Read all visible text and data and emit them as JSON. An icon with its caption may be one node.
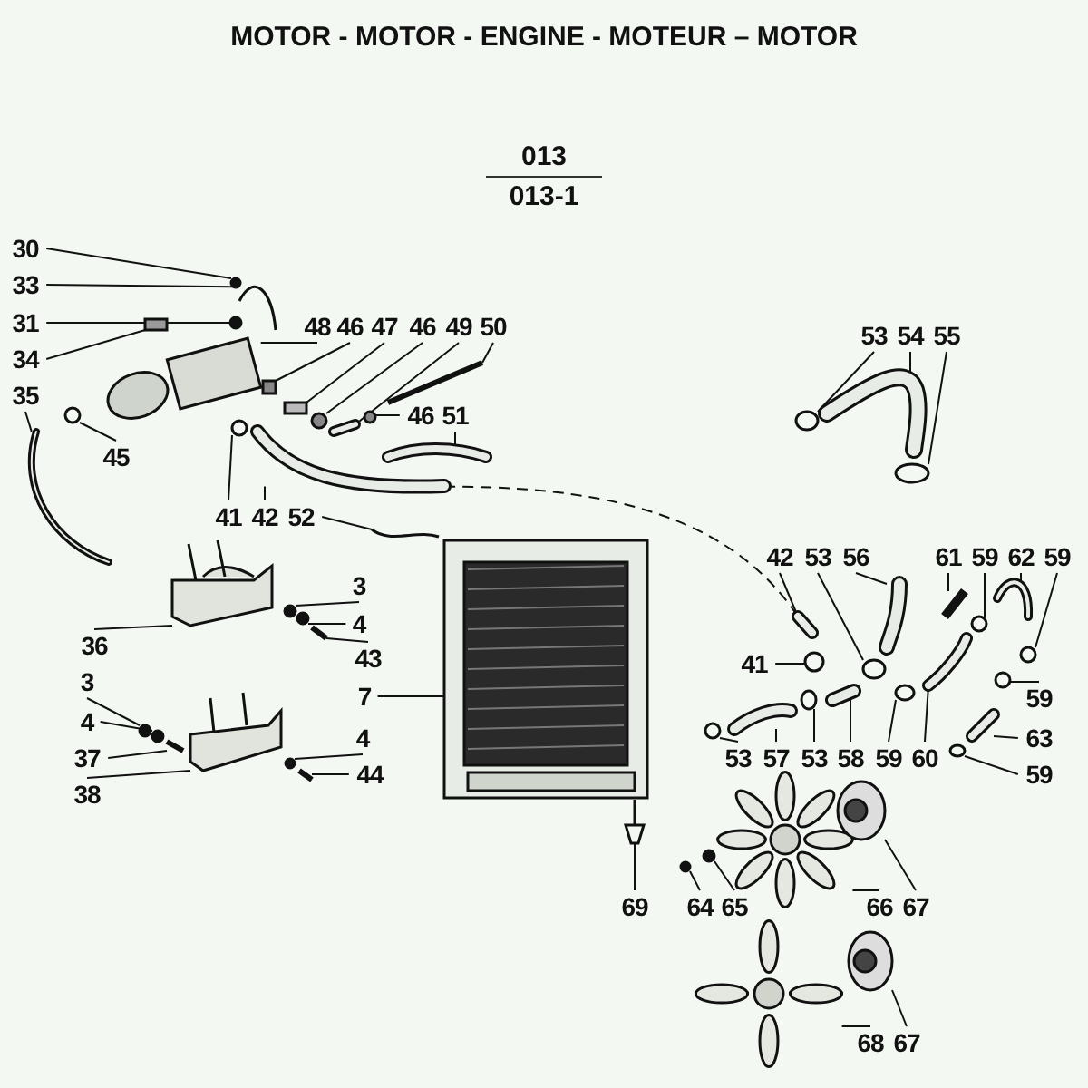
{
  "diagram": {
    "title": "MOTOR - MOTOR - ENGINE - MOTEUR – MOTOR",
    "nodes": [
      {
        "text": [
          "30"
        ]
      },
      {
        "text": [
          "33"
        ]
      },
      {
        "text": [
          "31"
        ]
      },
      {
        "text": [
          "34"
        ]
      },
      {
        "text": [
          "35"
        ]
      },
      {
        "text": [
          "45"
        ]
      },
      {
        "text": [
          "48"
        ]
      },
      {
        "text": [
          "46"
        ]
      },
      {
        "text": [
          "47"
        ]
      },
      {
        "text": [
          "46"
        ]
      },
      {
        "text": [
          "49"
        ]
      },
      {
        "text": [
          "50"
        ]
      },
      {
        "text": [
          "46"
        ]
      },
      {
        "text": [
          "51"
        ]
      },
      {
        "text": [
          "41"
        ]
      },
      {
        "text": [
          "42"
        ]
      },
      {
        "text": [
          "52"
        ]
      },
      {
        "text": [
          "3"
        ]
      },
      {
        "text": [
          "4"
        ]
      },
      {
        "text": [
          "43"
        ]
      },
      {
        "text": [
          "36"
        ]
      },
      {
        "text": [
          "7"
        ]
      },
      {
        "text": [
          "3"
        ]
      },
      {
        "text": [
          "4"
        ]
      },
      {
        "text": [
          "37"
        ]
      },
      {
        "text": [
          "38"
        ]
      },
      {
        "text": [
          "4"
        ]
      },
      {
        "text": [
          "44"
        ]
      },
      {
        "text": [
          "53"
        ]
      },
      {
        "text": [
          "54"
        ]
      },
      {
        "text": [
          "55"
        ]
      },
      {
        "text": [
          "42"
        ]
      },
      {
        "text": [
          "53"
        ]
      },
      {
        "text": [
          "56"
        ]
      },
      {
        "text": [
          "61"
        ]
      },
      {
        "text": [
          "59"
        ]
      },
      {
        "text": [
          "62"
        ]
      },
      {
        "text": [
          "59"
        ]
      },
      {
        "text": [
          "41"
        ]
      },
      {
        "text": [
          "59"
        ]
      },
      {
        "text": [
          "63"
        ]
      },
      {
        "text": [
          "59"
        ]
      },
      {
        "text": [
          "53"
        ]
      },
      {
        "text": [
          "57"
        ]
      },
      {
        "text": [
          "53"
        ]
      },
      {
        "text": [
          "58"
        ]
      },
      {
        "text": [
          "59"
        ]
      },
      {
        "text": [
          "60"
        ]
      },
      {
        "text": [
          "69"
        ]
      },
      {
        "text": [
          "64"
        ]
      },
      {
        "text": [
          "65"
        ]
      },
      {
        "text": [
          "66"
        ]
      },
      {
        "text": [
          "67"
        ]
      },
      {
        "text": [
          "68"
        ]
      },
      {
        "text": [
          "67"
        ]
      },
      {
        "text": [],
        "shape": "circle"
      },
      {
        "text": [],
        "shape": "picture"
      },
      {
        "text": [],
        "shape": "circle"
      },
      {
        "text": [],
        "shape": "box"
      },
      {
        "text": [],
        "shape": "picture"
      },
      {
        "text": [],
        "shape": "circle"
      },
      {
        "text": [],
        "shape": "picture"
      },
      {
        "text": [],
        "shape": "box"
      },
      {
        "text": [],
        "shape": "box"
      },
      {
        "text": [],
        "shape": "circle"
      },
      {
        "text": [],
        "shape": "picture"
      },
      {
        "text": [],
        "shape": "bar"
      },
      {
        "text": [],
        "shape": "circle"
      },
      {
        "text": [],
        "shape": "picture"
      },
      {
        "text": [],
        "shape": "circle"
      },
      {
        "text": [],
        "shape": "picture"
      },
      {
        "text": [],
        "shape": "picture"
      },
      {
        "text": [],
        "shape": "circle"
      },
      {
        "text": [],
        "shape": "circle"
      },
      {
        "text": [],
        "shape": "bar"
      },
      {
        "text": [],
        "shape": "picture"
      },
      {
        "text": [],
        "shape": "picture"
      },
      {
        "text": [],
        "shape": "circle"
      },
      {
        "text": [],
        "shape": "circle"
      },
      {
        "text": [],
        "shape": "bar"
      },
      {
        "text": [],
        "shape": "picture"
      },
      {
        "text": [],
        "shape": "circle"
      },
      {
        "text": [],
        "shape": "bar"
      },
      {
        "text": [],
        "shape": "circle"
      },
      {
        "text": [],
        "shape": "picture"
      },
      {
        "text": [],
        "shape": "circle"
      },
      {
        "text": [],
        "shape": "picture"
      },
      {
        "text": [],
        "shape": "circle"
      },
      {
        "text": [],
        "shape": "picture"
      },
      {
        "text": [],
        "shape": "bar"
      },
      {
        "text": [],
        "shape": "circle"
      },
      {
        "text": [],
        "shape": "picture"
      },
      {
        "text": [],
        "shape": "circle"
      },
      {
        "text": [],
        "shape": "circle"
      },
      {
        "text": [],
        "shape": "circle"
      },
      {
        "text": [],
        "shape": "picture"
      },
      {
        "text": [],
        "shape": "circle"
      },
      {
        "text": [],
        "shape": "circle"
      },
      {
        "text": [],
        "shape": "picture"
      },
      {
        "text": [],
        "shape": "circle"
      },
      {
        "text": [],
        "shape": "picture"
      },
      {
        "text": [],
        "shape": "circle"
      },
      {
        "text": [],
        "shape": "picture"
      },
      {
        "text": [],
        "shape": "picture"
      },
      {
        "text": [],
        "shape": "circle"
      },
      {
        "text": [],
        "shape": "circle"
      },
      {
        "text": [],
        "shape": "picture"
      },
      {
        "text": [],
        "shape": "picture"
      },
      {
        "text": [],
        "shape": "picture"
      },
      {
        "text": [],
        "shape": "picture"
      }
    ],
    "edges": [
      {
        "from": 0,
        "to": 55,
        "arrow": "none"
      },
      {
        "from": 1,
        "to": 56,
        "arrow": "none"
      },
      {
        "from": 2,
        "to": 57,
        "arrow": "none"
      },
      {
        "from": 3,
        "to": 58,
        "arrow": "none"
      },
      {
        "from": 4,
        "to": 59,
        "arrow": "none"
      },
      {
        "from": 5,
        "to": 60,
        "arrow": "none"
      },
      {
        "from": 6,
        "to": 61,
        "arrow": "none"
      },
      {
        "from": 7,
        "to": 62,
        "arrow": "none"
      },
      {
        "from": 8,
        "to": 63,
        "arrow": "none"
      },
      {
        "from": 9,
        "to": 64,
        "arrow": "none"
      },
      {
        "from": 10,
        "to": 65,
        "arrow": "none"
      },
      {
        "from": 11,
        "to": 66,
        "arrow": "none"
      },
      {
        "from": 12,
        "to": 67,
        "arrow": "none"
      },
      {
        "from": 13,
        "to": 68,
        "arrow": "none"
      },
      {
        "from": 14,
        "to": 69,
        "arrow": "none"
      },
      {
        "from": 15,
        "to": 70,
        "arrow": "none"
      },
      {
        "from": 16,
        "to": 71,
        "arrow": "none"
      },
      {
        "from": 17,
        "to": 72,
        "arrow": "none"
      },
      {
        "from": 18,
        "to": 73,
        "arrow": "none"
      },
      {
        "from": 19,
        "to": 74,
        "arrow": "none"
      },
      {
        "from": 20,
        "to": 75,
        "arrow": "none"
      },
      {
        "from": 21,
        "to": 76,
        "arrow": "none"
      },
      {
        "from": 22,
        "to": 77,
        "arrow": "none"
      },
      {
        "from": 23,
        "to": 78,
        "arrow": "none"
      },
      {
        "from": 24,
        "to": 79,
        "arrow": "none"
      },
      {
        "from": 25,
        "to": 80,
        "arrow": "none"
      },
      {
        "from": 26,
        "to": 81,
        "arrow": "none"
      },
      {
        "from": 27,
        "to": 82,
        "arrow": "none"
      },
      {
        "from": 28,
        "to": 83,
        "arrow": "none"
      },
      {
        "from": 29,
        "to": 84,
        "arrow": "none"
      },
      {
        "from": 30,
        "to": 85,
        "arrow": "none"
      },
      {
        "from": 31,
        "to": 86,
        "arrow": "none"
      },
      {
        "from": 32,
        "to": 87,
        "arrow": "none"
      },
      {
        "from": 33,
        "to": 88,
        "arrow": "none"
      },
      {
        "from": 34,
        "to": 89,
        "arrow": "none"
      },
      {
        "from": 35,
        "to": 90,
        "arrow": "none"
      },
      {
        "from": 36,
        "to": 91,
        "arrow": "none"
      },
      {
        "from": 37,
        "to": 92,
        "arrow": "none"
      },
      {
        "from": 38,
        "to": 93,
        "arrow": "none"
      },
      {
        "from": 39,
        "to": 94,
        "arrow": "none"
      },
      {
        "from": 40,
        "to": 95,
        "arrow": "none"
      },
      {
        "from": 41,
        "to": 96,
        "arrow": "none"
      },
      {
        "from": 42,
        "to": 97,
        "arrow": "none"
      },
      {
        "from": 43,
        "to": 98,
        "arrow": "none"
      },
      {
        "from": 44,
        "to": 99,
        "arrow": "none"
      },
      {
        "from": 45,
        "to": 100,
        "arrow": "none"
      },
      {
        "from": 46,
        "to": 101,
        "arrow": "none"
      },
      {
        "from": 47,
        "to": 102,
        "arrow": "none"
      },
      {
        "from": 48,
        "to": 103,
        "arrow": "none"
      },
      {
        "from": 49,
        "to": 104,
        "arrow": "none"
      },
      {
        "from": 50,
        "to": 105,
        "arrow": "none"
      },
      {
        "from": 51,
        "to": 106,
        "arrow": "none"
      },
      {
        "from": 52,
        "to": 107,
        "arrow": "none"
      },
      {
        "from": 53,
        "to": 108,
        "arrow": "none"
      },
      {
        "from": 54,
        "to": 109,
        "arrow": "none"
      },
      {
        "from": 70,
        "to": 86,
        "arrow": "none",
        "style": "dashed"
      }
    ],
    "labels": [
      "013",
      "013-1"
    ]
  }
}
